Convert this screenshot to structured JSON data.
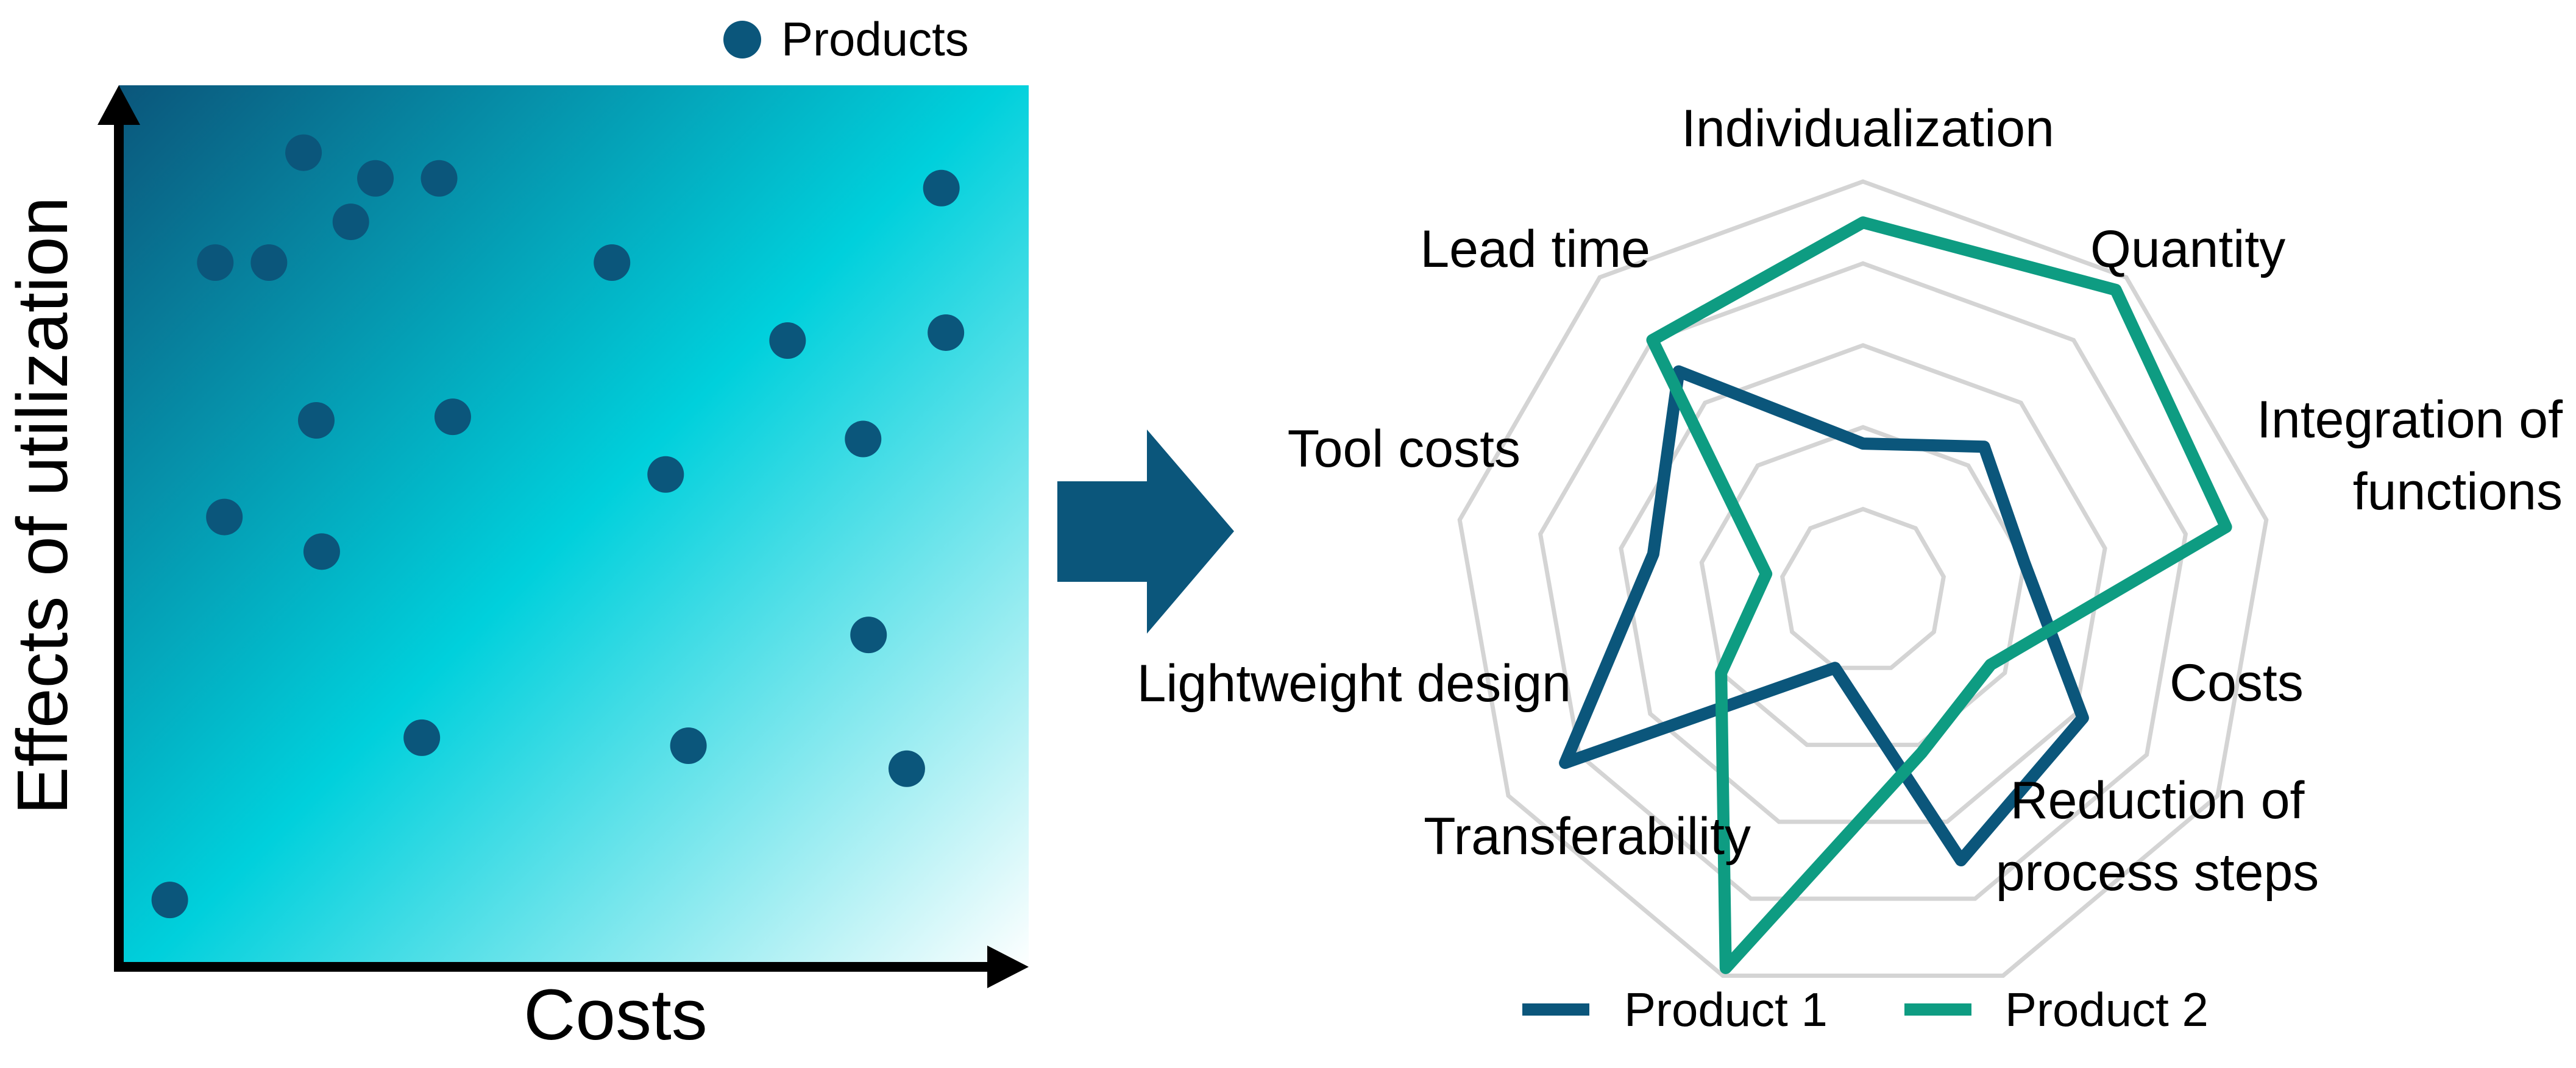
{
  "colors": {
    "product_1": "#0b567b",
    "product_2": "#0e9c82",
    "points": "#0b567b",
    "arrow": "#0b567b",
    "gradient_dark": "#0b567b",
    "gradient_mid": "#00d0dc",
    "gradient_light": "#ffffff",
    "grid": "#d4d4d4"
  },
  "chart_data": [
    {
      "type": "scatter",
      "title": "",
      "xlabel": "Costs",
      "ylabel": "Effects of utilization",
      "xlim": [
        0,
        100
      ],
      "ylim": [
        0,
        100
      ],
      "legend": {
        "position": "top-right",
        "entries": [
          "Products"
        ]
      },
      "series": [
        {
          "name": "Products",
          "x": [
            20.3,
            28.2,
            35.2,
            16.5,
            25.5,
            10.6,
            54.2,
            73.5,
            90.4,
            90.9,
            21.7,
            36.7,
            60.1,
            81.8,
            11.6,
            22.3,
            82.4,
            33.3,
            62.6,
            86.6,
            5.6
          ],
          "y": [
            92.4,
            89.5,
            89.5,
            80.0,
            84.6,
            80.0,
            80.0,
            71.2,
            88.4,
            72.1,
            62.2,
            62.6,
            56.1,
            60.1,
            51.3,
            47.4,
            38.0,
            26.4,
            25.5,
            22.9,
            8.1
          ]
        }
      ]
    },
    {
      "type": "radar",
      "title": "",
      "axes": [
        "Individualization",
        "Quantity",
        "Integration of functions",
        "Costs",
        "Reduction of process steps",
        "Transferability",
        "Lightweight design",
        "Tool costs",
        "Lead time"
      ],
      "axis_labels": [
        [
          "Individualization"
        ],
        [
          "Quantity"
        ],
        [
          "Integration of",
          "functions"
        ],
        [
          "Costs"
        ],
        [
          "Reduction of",
          "process steps"
        ],
        [
          "Transferability"
        ],
        [
          "Lightweight design"
        ],
        [
          "Tool costs"
        ],
        [
          "Lead time"
        ]
      ],
      "range": [
        0,
        5
      ],
      "grid_rings": 5,
      "grid": true,
      "legend": {
        "position": "bottom",
        "entries": [
          "Product 1",
          "Product 2"
        ]
      },
      "series": [
        {
          "name": "Product 1",
          "values": [
            1.8,
            2.3,
            2.0,
            3.1,
            3.5,
            1.0,
            4.2,
            2.6,
            3.5
          ]
        },
        {
          "name": "Product 2",
          "values": [
            4.5,
            4.8,
            4.5,
            1.8,
            2.1,
            4.9,
            2.0,
            1.2,
            4.0
          ]
        }
      ]
    }
  ]
}
